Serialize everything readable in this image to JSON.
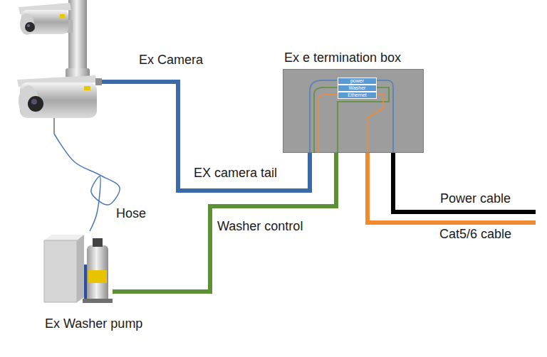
{
  "diagram": {
    "nodes": [
      {
        "text": [
          "Ex Camera"
        ]
      },
      {
        "text": [
          "Ex e termination box"
        ]
      },
      {
        "text": [
          "power"
        ],
        "in": 1
      },
      {
        "text": [
          "Washer"
        ],
        "in": 1
      },
      {
        "text": [
          "Ethernet"
        ],
        "in": 1
      },
      {
        "text": [
          "Ex Washer pump"
        ]
      }
    ],
    "edges": [
      {
        "from": 0,
        "to": 1,
        "label": "EX camera tail",
        "arrow": "none"
      },
      {
        "from": 5,
        "to": 1,
        "label": "Washer control",
        "arrow": "none"
      },
      {
        "from": 0,
        "to": 5,
        "label": "Hose",
        "arrow": "none"
      }
    ],
    "labels": [
      "Power cable",
      "Cat5/6 cable"
    ]
  }
}
